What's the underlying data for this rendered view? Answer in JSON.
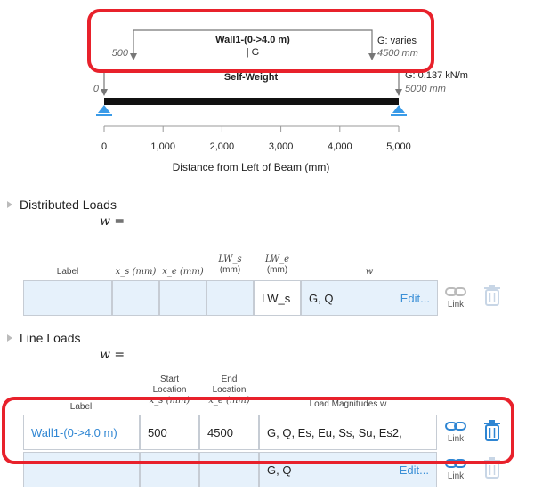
{
  "diagram": {
    "load_title": "Wall1-(0->4.0 m)",
    "load_sub": "| G",
    "load_start": "500",
    "load_end": "4500 mm",
    "load_side": "G: varies",
    "sw_title": "Self-Weight",
    "sw_start": "0",
    "sw_value": "G: 0.137 kN/m",
    "sw_end": "5000 mm",
    "ticks": [
      "0",
      "1,000",
      "2,000",
      "3,000",
      "4,000",
      "5,000"
    ],
    "axis_label": "Distance from Left of Beam (mm)"
  },
  "distributed": {
    "title": "Distributed Loads",
    "w_label": "w =",
    "headers": {
      "label": "Label",
      "xs": "x_s (mm)",
      "xe": "x_e (mm)",
      "lws": "LW_s",
      "lws_unit": "(mm)",
      "lwe": "LW_e",
      "lwe_unit": "(mm)",
      "w": "w"
    },
    "row": {
      "label": "",
      "xs": "",
      "xe": "",
      "lws": "",
      "lwe": "LW_s",
      "w": "G, Q",
      "edit": "Edit...",
      "link": "Link"
    }
  },
  "line": {
    "title": "Line Loads",
    "w_label": "w =",
    "headers": {
      "label": "Label",
      "start_a": "Start",
      "start_b": "Location",
      "start_c": "x_s (mm)",
      "end_a": "End",
      "end_b": "Location",
      "end_c": "x_e (mm)",
      "mag": "Load Magnitudes w"
    },
    "rows": [
      {
        "label": "Wall1-(0->4.0 m)",
        "start": "500",
        "end": "4500",
        "mag": "G, Q, Es, Eu, Ss, Su, Es2,",
        "link": "Link"
      },
      {
        "label": "",
        "start": "",
        "end": "",
        "mag": "G, Q",
        "edit": "Edit...",
        "link": "Link"
      }
    ]
  },
  "colors": {
    "highlight": "#e8212b",
    "accent": "#2f86d3",
    "cell_bg": "#e6f1fb"
  }
}
